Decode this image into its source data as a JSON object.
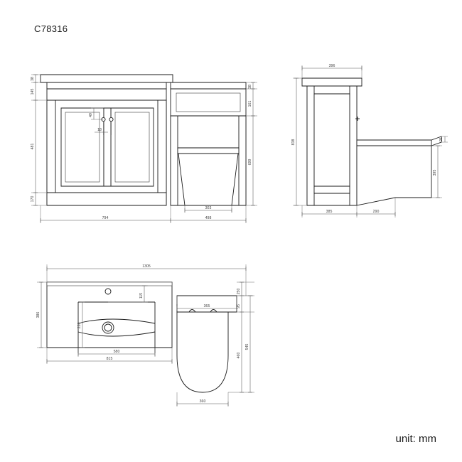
{
  "drawing": {
    "title": "C78316",
    "unit_label": "unit: mm",
    "line_color": "#1a1a1a",
    "dim_color": "#555555",
    "background": "#ffffff"
  },
  "views": {
    "front_elevation": {
      "name": "front-elevation",
      "vertical_dims_left": [
        "38",
        "145",
        "481",
        "170"
      ],
      "horizontal_dims_bottom": [
        "794",
        "498"
      ],
      "vanity_detail_dims": [
        "49",
        "18"
      ],
      "toilet_vertical_dims_right": [
        "38",
        "161",
        "699"
      ],
      "toilet_horizontal_dim": "303"
    },
    "side_elevation": {
      "name": "side-elevation",
      "top_dim": "396",
      "left_dim": "838",
      "bottom_dims": [
        "385",
        "290"
      ],
      "right_dims": [
        "21",
        "395"
      ]
    },
    "plan_basin": {
      "name": "plan-view-basin",
      "top_dim": "1305",
      "left_dim": "386",
      "inner_dims": [
        "115",
        "220"
      ],
      "bottom_dims": [
        "580",
        "815"
      ]
    },
    "plan_toilet": {
      "name": "plan-view-toilet",
      "top_dim": "365",
      "bottom_dim": "360",
      "right_dims": [
        "250",
        "95",
        "460",
        "545"
      ]
    }
  }
}
